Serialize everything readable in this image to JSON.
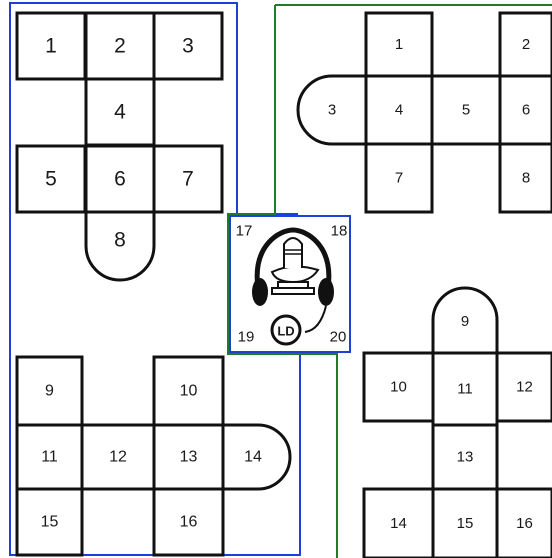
{
  "puzzle": {
    "title": "",
    "blue_region": {
      "color": "#1f3fd6",
      "upper_cells": [
        "1",
        "2",
        "3",
        "4",
        "5",
        "6",
        "7",
        "8"
      ],
      "lower_cells": [
        "9",
        "10",
        "11",
        "12",
        "13",
        "14",
        "15",
        "16"
      ]
    },
    "green_region": {
      "color": "#1f7a2a",
      "upper_cells": [
        "1",
        "2",
        "3",
        "4",
        "5",
        "6",
        "7",
        "8"
      ],
      "lower_cells": [
        "9",
        "10",
        "11",
        "12",
        "13",
        "14",
        "15",
        "16"
      ]
    },
    "center_tile": {
      "corner_labels": [
        "17",
        "18",
        "19",
        "20"
      ],
      "emblem_text": "LD",
      "icon": "headphones-lingam-icon"
    }
  }
}
